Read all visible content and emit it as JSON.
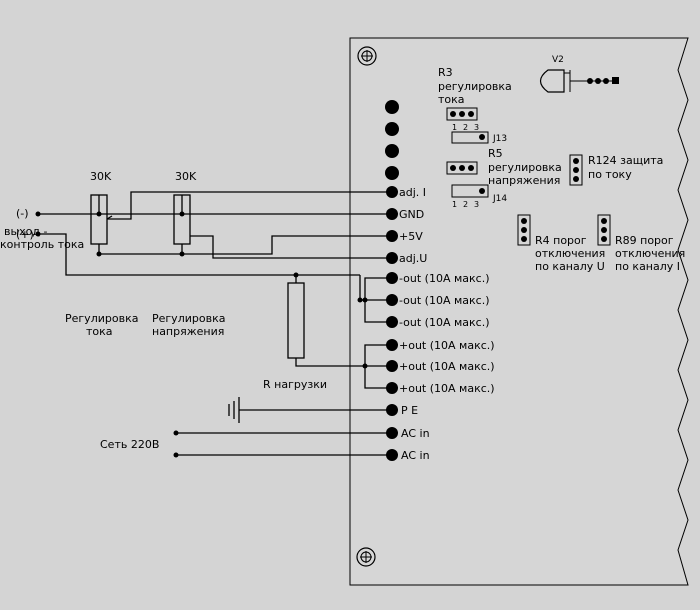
{
  "board": {
    "terminals": {
      "adj_i": "adj. I",
      "gnd": "GND",
      "plus5v": "+5V",
      "adj_u": "adj.U",
      "minus_out": [
        "-out (10A макс.)",
        "-out (10A макс.)",
        "-out (10A макс.)"
      ],
      "plus_out": [
        "+out (10A макс.)",
        "+out (10A макс.)",
        "+out (10A макс.)"
      ],
      "pe": "P E",
      "ac_in": [
        "AC in",
        "AC in"
      ]
    },
    "v2_label": "V2",
    "r3": {
      "title": "R3",
      "line1": "регулировка",
      "line2": "тока"
    },
    "r5": {
      "title": "R5",
      "line1": "регулировка",
      "line2": "напряжения"
    },
    "j13": "J13",
    "j14": "J14",
    "pin_nums_top": [
      "1",
      "2",
      "3"
    ],
    "pin_nums_bottom": [
      "1",
      "2",
      "3"
    ],
    "r124": {
      "line1": "R124 защита",
      "line2": "по току"
    },
    "r4": {
      "line1": "R4 порог",
      "line2": "отключения",
      "line3": "по каналу U"
    },
    "r89": {
      "line1": "R89 порог",
      "line2": "отключения",
      "line3": "по каналу I"
    }
  },
  "external": {
    "minus_label": "(-)",
    "plus_label": "(+)",
    "output_line1": "выход -",
    "output_line2": "контроль тока",
    "pot1_value": "30K",
    "pot2_value": "30K",
    "pot1_line1": "Регулировка",
    "pot1_line2": "тока",
    "pot2_line1": "Регулировка",
    "pot2_line2": "напряжения",
    "load_resistor": "R нагрузки",
    "mains": "Сеть 220В"
  }
}
